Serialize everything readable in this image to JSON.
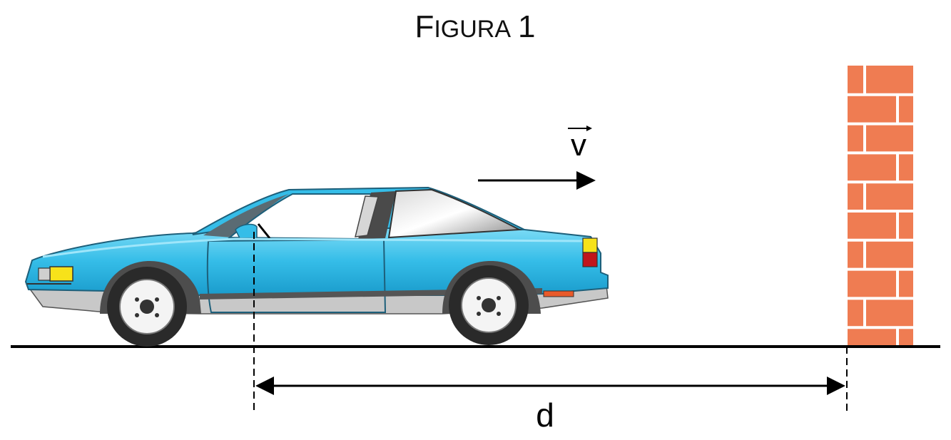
{
  "figure": {
    "title_first": "F",
    "title_rest": "IGURA",
    "title_number": "1"
  },
  "labels": {
    "velocity": "v",
    "distance": "d"
  },
  "colors": {
    "car_body": "#35bde8",
    "car_highlight": "#6fd3f3",
    "wall_brick": "#ef7c52",
    "wall_mortar": "#ffffff",
    "ground": "#000000",
    "tire": "#2a2a2a"
  },
  "icons": {
    "car": "car-icon",
    "wall": "brick-wall-icon",
    "velocity_arrow": "arrow-right-icon",
    "distance_arrow": "double-arrow-icon"
  }
}
